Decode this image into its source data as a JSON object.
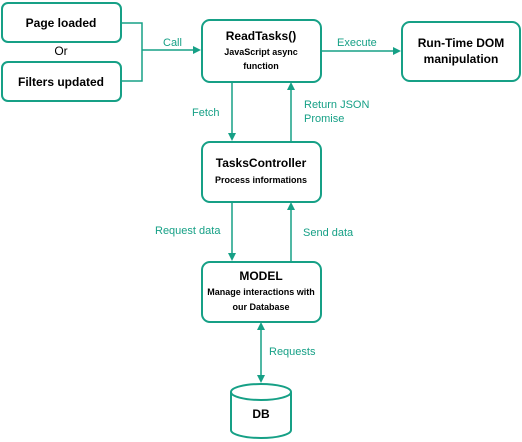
{
  "colors": {
    "accent": "#16a086",
    "text": "#000000",
    "background": "#ffffff"
  },
  "nodes": {
    "page_loaded": {
      "label": "Page loaded"
    },
    "or_text": "Or",
    "filters_updated": {
      "label": "Filters updated"
    },
    "read_tasks": {
      "title": "ReadTasks()",
      "subtitle_line1": "JavaScript async",
      "subtitle_line2": "function"
    },
    "runtime_dom": {
      "title_line1": "Run-Time DOM",
      "title_line2": "manipulation"
    },
    "tasks_controller": {
      "title": "TasksController",
      "subtitle": "Process informations"
    },
    "model": {
      "title": "MODEL",
      "subtitle_line1": "Manage interactions with",
      "subtitle_line2": "our Database"
    },
    "db": {
      "label": "DB"
    }
  },
  "edges": {
    "call": "Call",
    "execute": "Execute",
    "fetch": "Fetch",
    "return_line1": "Return JSON",
    "return_line2": "Promise",
    "request_data": "Request data",
    "send_data": "Send data",
    "requests": "Requests"
  }
}
